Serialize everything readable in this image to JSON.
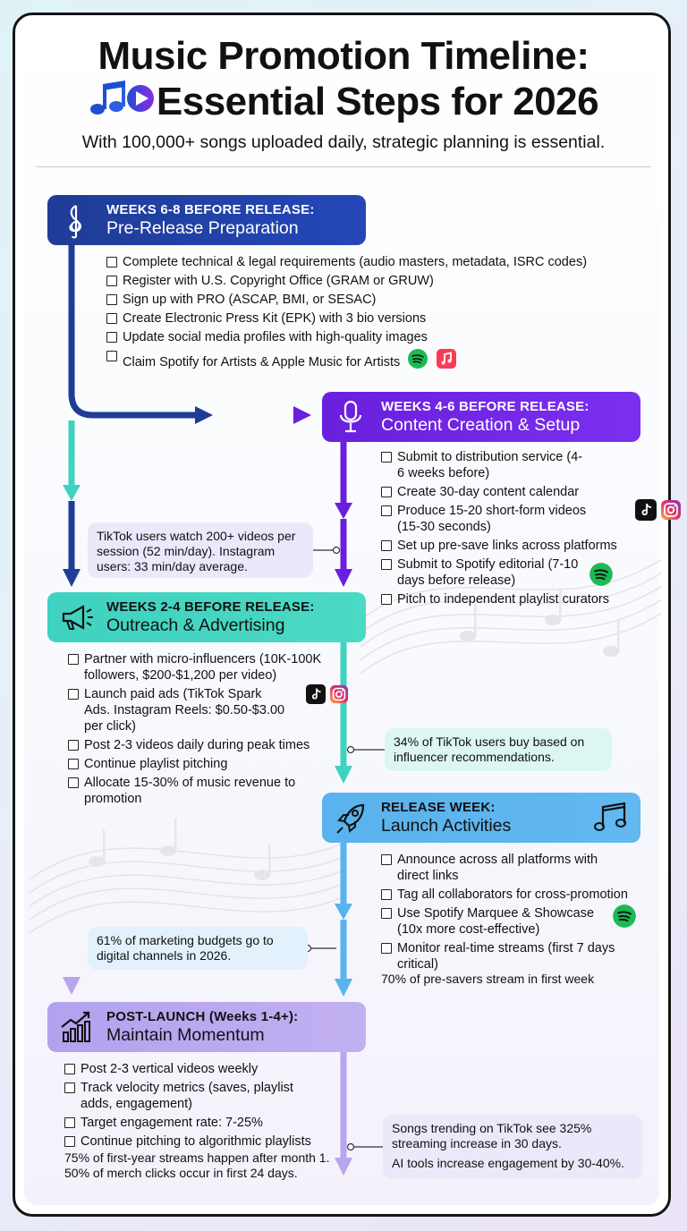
{
  "header": {
    "title_line1": "Music Promotion Timeline:",
    "title_line2": "Essential Steps for 2026",
    "subtitle": "With 100,000+ songs uploaded daily, strategic planning is essential."
  },
  "colors": {
    "phase1": "#1f3c97",
    "phase2": "#6a1fdd",
    "phase3": "#3fd2c0",
    "phase4": "#5ab2ee",
    "phase5": "#b9a5ee"
  },
  "phases": [
    {
      "kicker": "WEEKS 6-8 BEFORE RELEASE:",
      "title": "Pre-Release Preparation",
      "icon": "treble-clef-icon",
      "items": [
        "Complete technical & legal requirements (audio masters, metadata, ISRC codes)",
        "Register with U.S. Copyright Office (GRAM or GRUW)",
        "Sign up with PRO (ASCAP, BMI, or SESAC)",
        "Create Electronic Press Kit (EPK) with 3 bio versions",
        "Update social media profiles with high-quality images",
        "Claim Spotify for Artists & Apple Music for Artists"
      ]
    },
    {
      "kicker": "WEEKS 4-6 BEFORE RELEASE:",
      "title": "Content Creation & Setup",
      "icon": "microphone-icon",
      "items": [
        "Submit to distribution service (4-6 weeks before)",
        "Create 30-day content calendar",
        "Produce 15-20 short-form videos (15-30 seconds)",
        "Set up pre-save links across platforms",
        "Submit to Spotify editorial (7-10 days before release)",
        "Pitch to independent playlist curators"
      ]
    },
    {
      "kicker": "WEEKS 2-4 BEFORE RELEASE:",
      "title": "Outreach & Advertising",
      "icon": "megaphone-icon",
      "items": [
        "Partner with micro-influencers (10K-100K followers, $200-$1,200 per video)",
        "Launch paid ads (TikTok Spark Ads. Instagram Reels: $0.50-$3.00 per click)",
        "Post 2-3 videos daily during peak times",
        "Continue playlist pitching",
        "Allocate 15-30% of music revenue to promotion"
      ]
    },
    {
      "kicker": "RELEASE WEEK:",
      "title": "Launch Activities",
      "icon": "rocket-icon",
      "items": [
        "Announce across all platforms with direct links",
        "Tag all collaborators for cross-promotion",
        "Use Spotify Marquee & Showcase (10x more cost-effective)",
        "Monitor real-time streams (first 7 days critical)"
      ],
      "note": "70% of pre-savers stream in first week"
    },
    {
      "kicker": "POST-LAUNCH (Weeks 1-4+):",
      "title": "Maintain Momentum",
      "icon": "growth-chart-icon",
      "items": [
        "Post 2-3 vertical videos weekly",
        "Track velocity metrics (saves, playlist adds, engagement)",
        "Target engagement rate: 7-25%",
        "Continue pitching to algorithmic playlists"
      ],
      "note": "75% of first-year streams happen after month 1. 50% of merch clicks occur in first 24 days."
    }
  ],
  "stats": {
    "tiktok_usage": "TikTok users watch 200+ videos per session (52 min/day). Instagram users: 33 min/day average.",
    "influencer": "34% of  TikTok users buy based on influencer recommendations.",
    "budgets": "61% of marketing budgets go to digital channels in 2026.",
    "trending": "Songs trending on TikTok see 325% streaming increase in 30 days.",
    "ai_tools": "AI tools increase engagement by 30-40%."
  }
}
